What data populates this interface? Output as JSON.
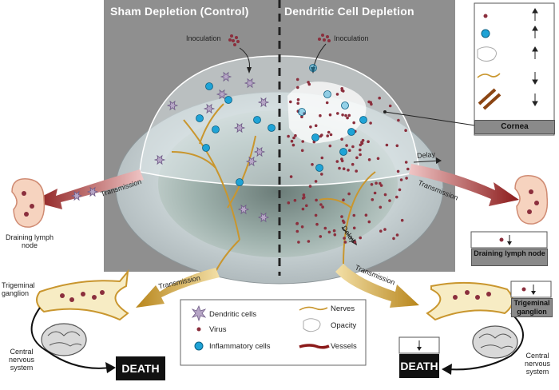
{
  "headers": {
    "left": "Sham Depletion (Control)",
    "right": "Dendritic Cell Depletion"
  },
  "labels": {
    "inoculation_left": "Inoculation",
    "inoculation_right": "Inoculation",
    "transmission_left_lymph": "Transmission",
    "transmission_right_lymph": "Transmission",
    "transmission_left_ganglion": "Transmission",
    "transmission_right_ganglion": "Transmission",
    "delay_upper": "Delay",
    "delay_lower": "Delay",
    "cornea": "Cornea",
    "draining_lymph_node_left": "Draining lymph node",
    "draining_lymph_node_right": "Draining lymph node",
    "trigeminal_ganglion_left": "Trigeminal ganglion",
    "trigeminal_ganglion_right": "Trigeminal ganglion",
    "cns_left": "Central nervous system",
    "cns_right": "Central nervous system",
    "death_left": "DEATH",
    "death_right": "DEATH"
  },
  "legend": {
    "dendritic_cells": "Dendritic cells",
    "virus": "Virus",
    "inflammatory_cells": "Inflammatory cells",
    "nerves": "Nerves",
    "opacity": "Opacity",
    "vessels": "Vessels"
  },
  "key_panel": {
    "rows": [
      {
        "item": "virus",
        "direction": "up"
      },
      {
        "item": "inflammatory-cells",
        "direction": "up"
      },
      {
        "item": "opacity",
        "direction": "up"
      },
      {
        "item": "nerves",
        "direction": "down"
      },
      {
        "item": "vessels",
        "direction": "down"
      }
    ]
  },
  "colors": {
    "background_panel": "#8f8f8f",
    "virus": "#8b2f3d",
    "inflammatory_cells": "#1fa3d6",
    "nerves": "#c9962e",
    "vessels": "#8b1a1a",
    "dendritic_cells": "#b7a6c6",
    "lymph_node": "#f6d3bf",
    "death": "#111111"
  }
}
